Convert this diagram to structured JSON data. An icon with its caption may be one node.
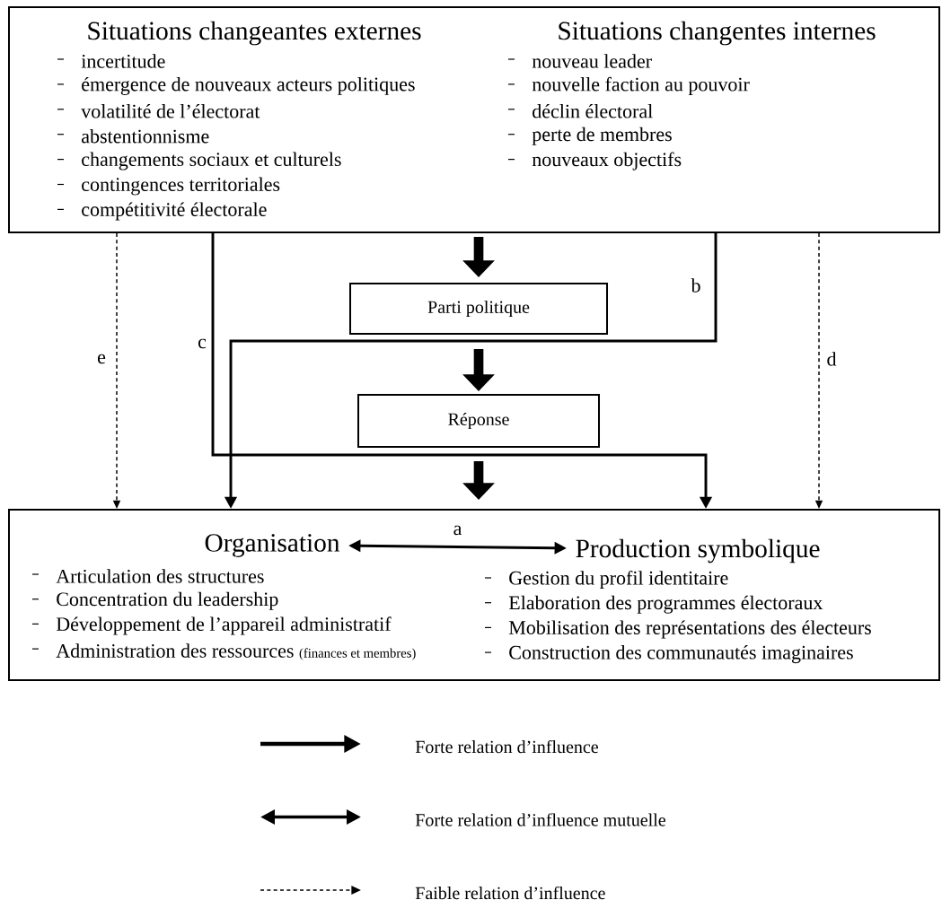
{
  "diagram": {
    "nodes": [
      {
        "text": [],
        "shape": "box"
      },
      {
        "text": [
          "Situations changeantes externes",
          "incertitude",
          "émergence de nouveaux acteurs politiques",
          "volatilité de l’électorat",
          "abstentionnisme",
          "changements sociaux et culturels",
          "contingences territoriales",
          "compétitivité électorale"
        ],
        "in": 0
      },
      {
        "text": [
          "Situations changentes internes",
          "nouveau leader",
          "nouvelle faction au pouvoir",
          "déclin électoral",
          "perte de membres",
          "nouveaux objectifs"
        ],
        "in": 0
      },
      {
        "text": [
          "Parti politique"
        ]
      },
      {
        "text": [
          "Réponse"
        ]
      },
      {
        "text": [],
        "shape": "box"
      },
      {
        "text": [
          "Organisation",
          "Articulation des structures",
          "Concentration du leadership",
          "Développement de l’appareil administratif",
          "Administration des ressources",
          "(finances et membres)"
        ],
        "in": 5
      },
      {
        "text": [
          "Production symbolique",
          "Gestion du profil identitaire",
          "Elaboration des programmes électoraux",
          "Mobilisation des représentations des électeurs",
          "Construction des communautés imaginaires"
        ],
        "in": 5
      }
    ],
    "edges": [
      {
        "from": 0,
        "to": 3,
        "arrow": "to",
        "style": "thick"
      },
      {
        "from": 3,
        "to": 4,
        "arrow": "to",
        "style": "thick"
      },
      {
        "from": 4,
        "to": 5,
        "arrow": "to",
        "style": "thick"
      },
      {
        "from": 0,
        "to": 5,
        "arrow": "to",
        "label": "b"
      },
      {
        "from": 0,
        "to": 5,
        "arrow": "to",
        "label": "c"
      },
      {
        "from": 0,
        "to": 5,
        "arrow": "to",
        "label": "e",
        "style": "dashed"
      },
      {
        "from": 0,
        "to": 5,
        "arrow": "to",
        "label": "d",
        "style": "dashed"
      },
      {
        "from": 6,
        "to": 7,
        "arrow": "both",
        "label": "a"
      }
    ],
    "legend": [
      {
        "text": "Forte relation d’influence"
      },
      {
        "text": "Forte relation d’influence mutuelle"
      },
      {
        "text": "Faible relation d’influence"
      }
    ]
  }
}
